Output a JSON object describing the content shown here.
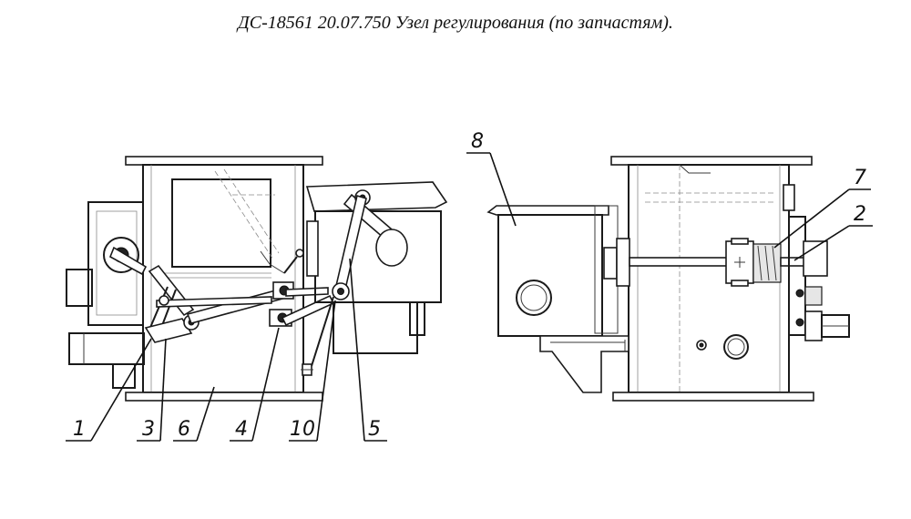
{
  "title": "ДС-18561 20.07.750 Узел регулирования (по запчастям).",
  "callouts": {
    "c1": "1",
    "c2": "2",
    "c3": "3",
    "c4": "4",
    "c5": "5",
    "c6": "6",
    "c7": "7",
    "c8": "8",
    "c10": "10"
  }
}
